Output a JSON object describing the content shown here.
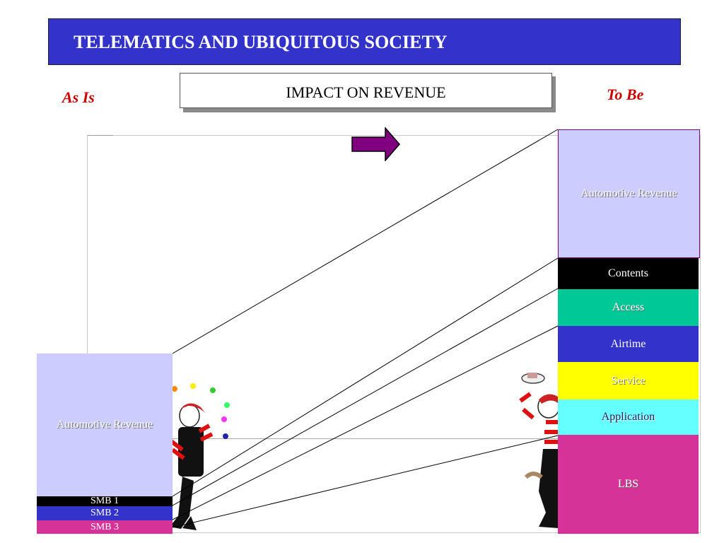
{
  "slide": {
    "title": "TELEMATICS AND UBIQUITOUS SOCIETY",
    "subtitle": "IMPACT ON REVENUE",
    "left_heading": "As Is",
    "right_heading": "To Be"
  },
  "left_stack": [
    {
      "label": "Automotive Revenue",
      "color": "#ccccff"
    },
    {
      "label": "SMB 1",
      "color": "#000000"
    },
    {
      "label": "SMB 2",
      "color": "#3333cc"
    },
    {
      "label": "SMB 3",
      "color": "#d63399"
    }
  ],
  "right_stack": [
    {
      "label": "Automotive Revenue",
      "color": "#ccccff"
    },
    {
      "label": "Contents",
      "color": "#000000"
    },
    {
      "label": "Access",
      "color": "#00c896"
    },
    {
      "label": "Airtime",
      "color": "#3333cc"
    },
    {
      "label": "Service",
      "color": "#ffff00"
    },
    {
      "label": "Application",
      "color": "#66ffff"
    },
    {
      "label": "LBS",
      "color": "#d63399"
    }
  ],
  "colors": {
    "title_bar": "#3333cc",
    "heading_red": "#cc0000",
    "arrow": "#800080"
  },
  "icons": [
    "arrow-right-icon",
    "juggler-mime-illustration",
    "hat-mime-illustration"
  ]
}
